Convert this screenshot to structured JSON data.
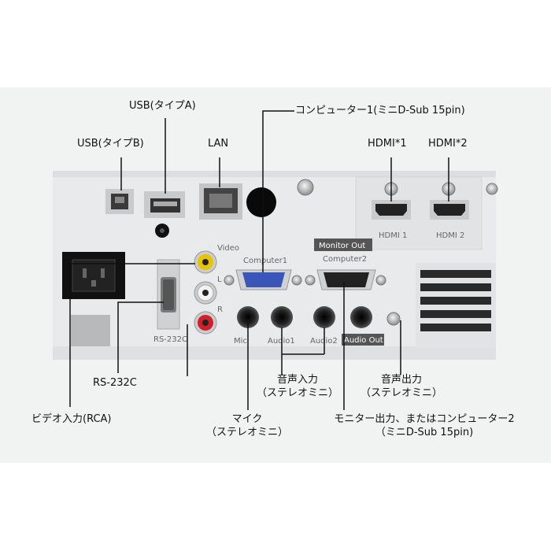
{
  "callouts": {
    "usb_a": "USB(タイプA)",
    "computer1": "コンピューター1(ミニD-Sub 15pin)",
    "usb_b": "USB(タイプB)",
    "lan": "LAN",
    "hdmi1": "HDMI*1",
    "hdmi2": "HDMI*2",
    "rs232c": "RS-232C",
    "video_rca": "ビデオ入力(RCA)",
    "audio_in_line1": "音声入力",
    "audio_in_line2": "（ステレオミニ）",
    "audio_out_line1": "音声出力",
    "audio_out_line2": "（ステレオミニ）",
    "mic_line1": "マイク",
    "mic_line2": "（ステレオミニ）",
    "monitor_out_line1": "モニター出力、またはコンピューター2",
    "monitor_out_line2": "（ミニD-Sub 15pin)"
  },
  "panel_labels": {
    "video": "Video",
    "l": "L",
    "r": "R",
    "computer1": "Computer1",
    "monitor_out": "Monitor Out",
    "computer2": "Computer2",
    "rs232c": "RS-232C",
    "mic": "Mic",
    "audio1": "Audio1",
    "audio2": "Audio2",
    "audio_out": "Audio Out",
    "hdmi1": "HDMI 1",
    "hdmi2": "HDMI 2"
  },
  "colors": {
    "video_jack": "#e8c400",
    "audio_l_jack": "#f2f2f2",
    "audio_r_jack": "#d0202a",
    "vga_blue": "#3a56b8",
    "panel": "#e9eaec",
    "background": "#f1f2f2"
  }
}
